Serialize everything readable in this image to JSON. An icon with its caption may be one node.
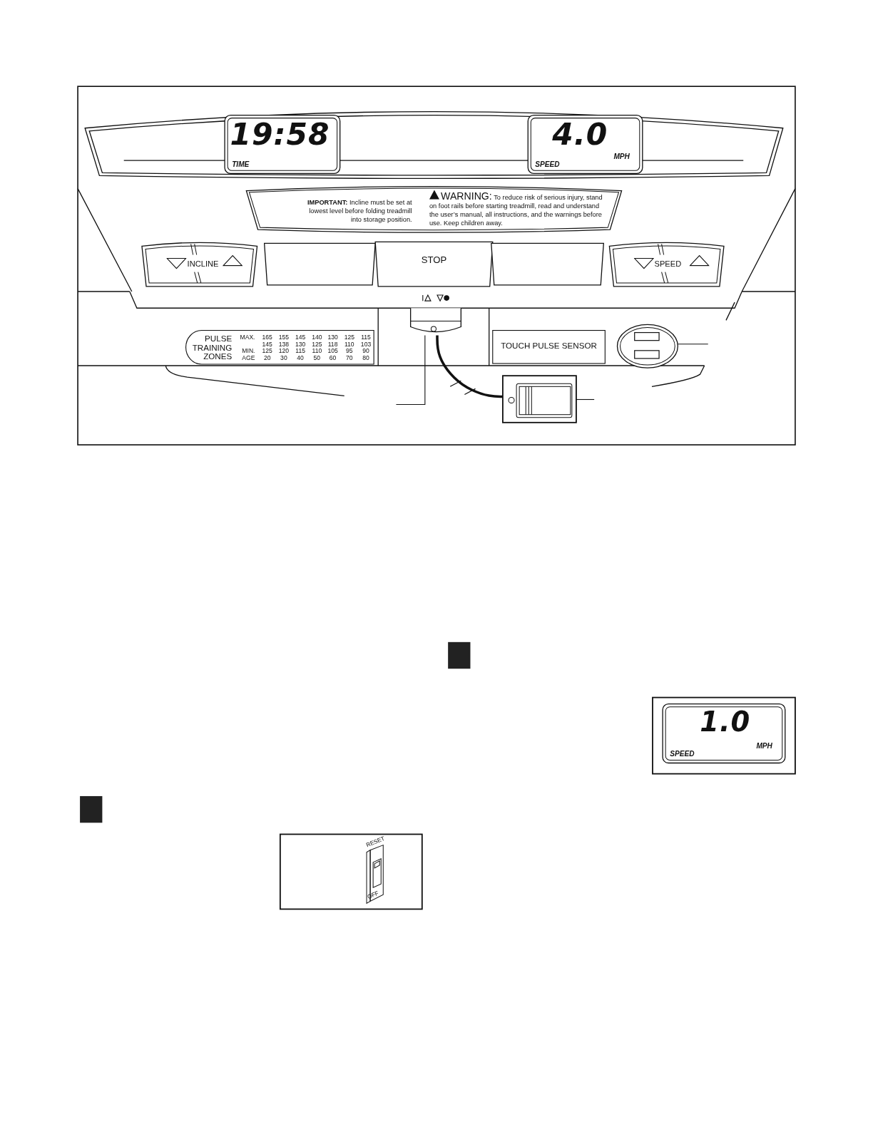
{
  "diagram": {
    "nodes": [
      {
        "text": [
          "19:58",
          "TIME"
        ]
      },
      {
        "text": [
          "4.0",
          "SPEED",
          "MPH"
        ]
      },
      {
        "text": [
          "**IMPORTANT:** Incline must be set at lowest level before folding treadmill into storage position.",
          "**WARNING:** To reduce risk of serious injury, stand on foot rails before starting treadmill, read and understand the user’s manual, all instructions, and the warnings before use.  Keep children away."
        ]
      },
      {
        "text": [
          "INCLINE"
        ]
      },
      {
        "text": [],
        "shape": "box"
      },
      {
        "text": [
          "STOP"
        ]
      },
      {
        "text": [],
        "shape": "box"
      },
      {
        "text": [
          "SPEED"
        ]
      },
      {
        "text": [
          "PULSE TRAINING ZONES",
          "MAX.",
          "165",
          "155",
          "145",
          "140",
          "130",
          "125",
          "115",
          "145",
          "138",
          "130",
          "125",
          "118",
          "110",
          "103",
          "MIN.",
          "125",
          "120",
          "115",
          "110",
          "105",
          "95",
          "90",
          "AGE",
          "20",
          "30",
          "40",
          "50",
          "60",
          "70",
          "80"
        ]
      },
      {
        "text": [],
        "shape": "box"
      },
      {
        "text": [
          "TOUCH PULSE SENSOR"
        ]
      },
      {
        "text": [],
        "shape": "circle"
      },
      {
        "text": [],
        "shape": "box"
      },
      {
        "text": [
          "1.0",
          "SPEED",
          "MPH"
        ]
      }
    ],
    "edges": [
      {
        "from": null,
        "to": 9,
        "arrow": "none"
      },
      {
        "from": null,
        "to": 11,
        "arrow": "none"
      },
      {
        "from": null,
        "to": 12,
        "arrow": "none"
      },
      {
        "from": 9,
        "to": 12,
        "arrow": "none",
        "style": "thick"
      }
    ],
    "labels": [
      "RESET",
      "OFF"
    ]
  }
}
